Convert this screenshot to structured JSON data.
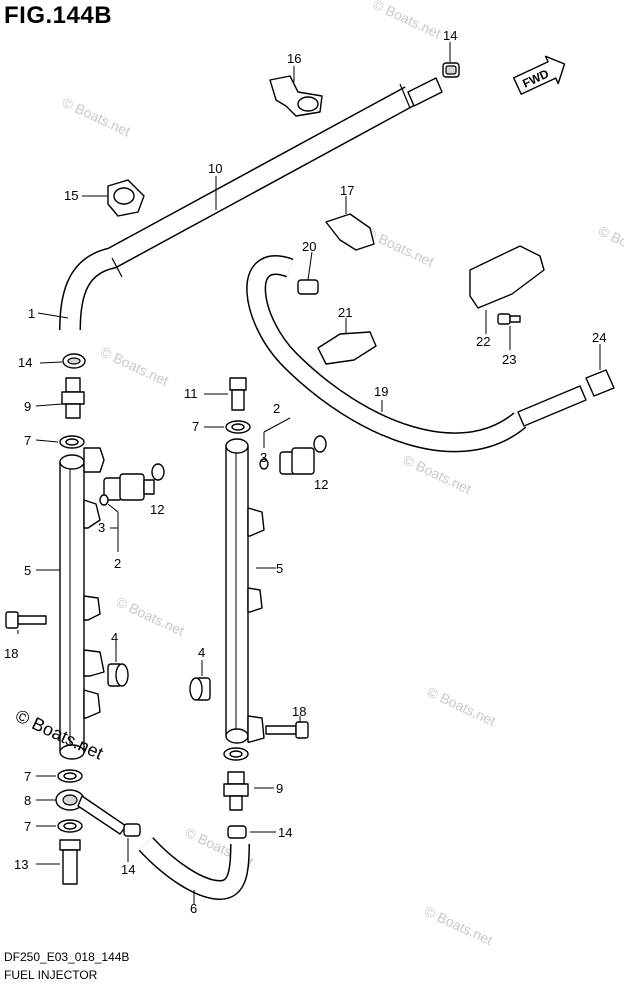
{
  "title": "FIG.144B",
  "footer": {
    "code": "DF250_E03_018_144B",
    "title": "FUEL INJECTOR"
  },
  "direction_label": "FWD",
  "copyright": "© Boats.net",
  "watermark": "© Boats.net",
  "callouts": [
    "1",
    "2",
    "3",
    "4",
    "5",
    "6",
    "7",
    "8",
    "9",
    "10",
    "11",
    "12",
    "13",
    "14",
    "15",
    "16",
    "17",
    "18",
    "19",
    "20",
    "21",
    "22",
    "23",
    "24"
  ]
}
